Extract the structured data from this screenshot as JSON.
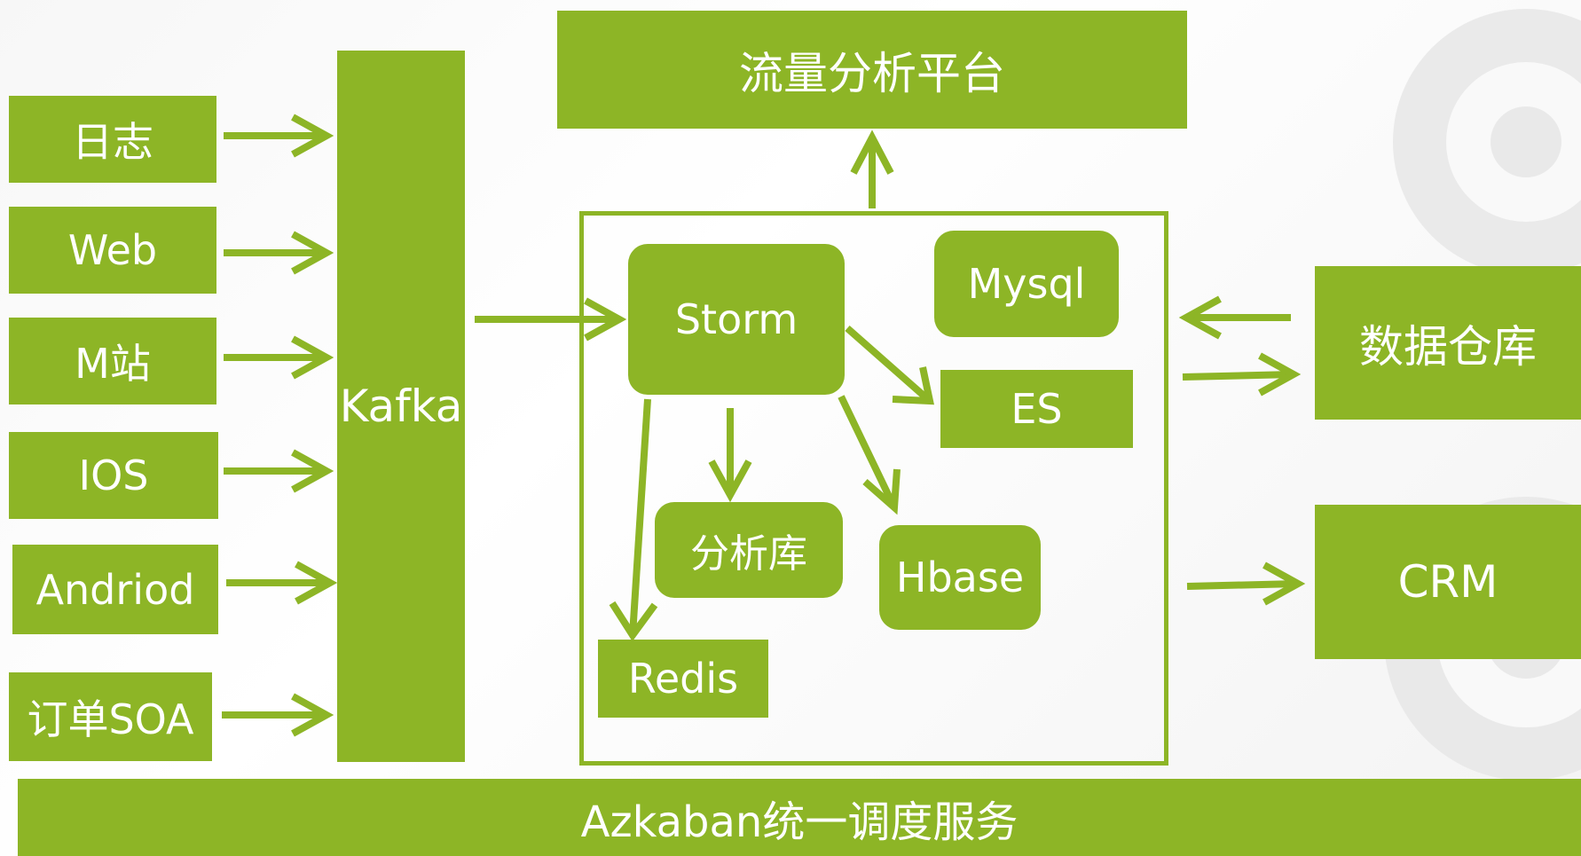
{
  "sources": [
    "日志",
    "Web",
    "M站",
    "IOS",
    "Andriod",
    "订单SOA"
  ],
  "kafka": "Kafka",
  "platform": "流量分析平台",
  "processing": {
    "storm": "Storm",
    "mysql": "Mysql",
    "es": "ES",
    "analysis_db": "分析库",
    "hbase": "Hbase",
    "redis": "Redis"
  },
  "outputs": {
    "warehouse": "数据仓库",
    "crm": "CRM"
  },
  "scheduler": "Azkaban统一调度服务",
  "colors": {
    "accent": "#8db526",
    "text": "#ffffff"
  }
}
